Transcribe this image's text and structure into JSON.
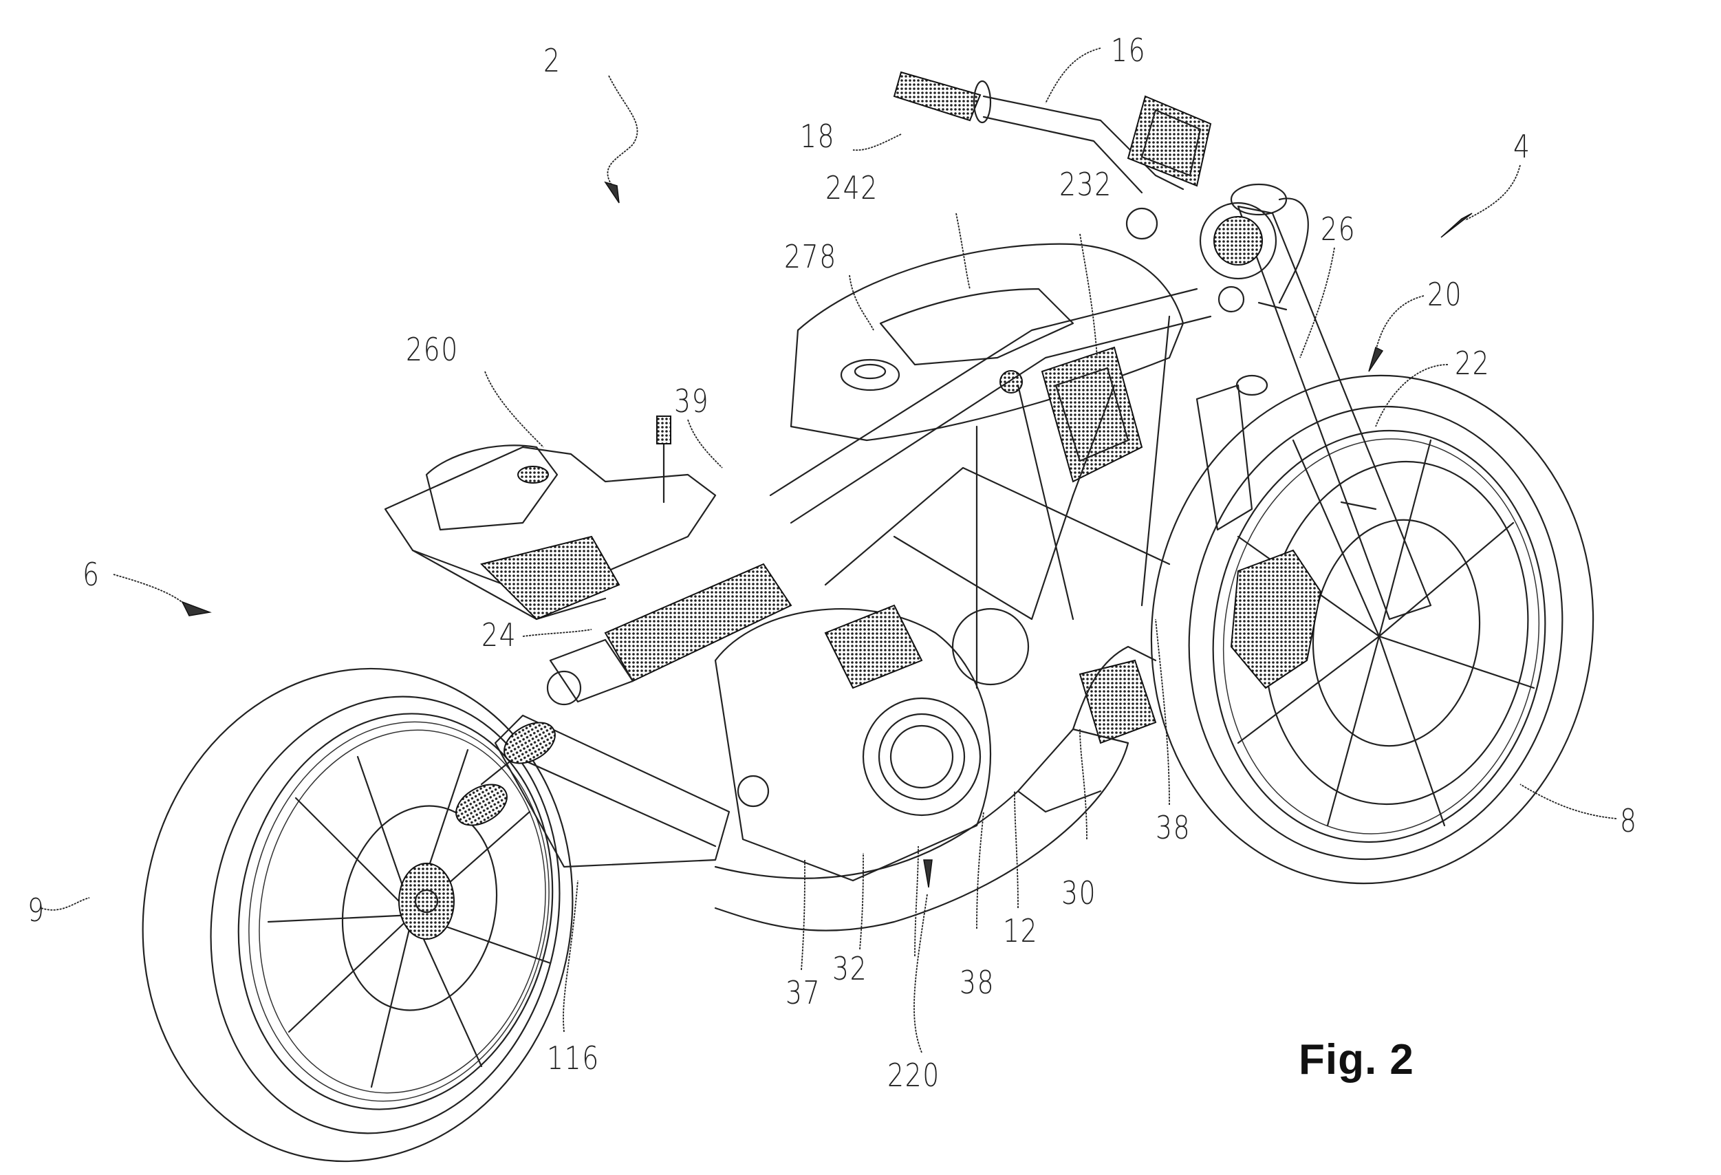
{
  "figure": {
    "caption": "Fig. 2",
    "subject": "motorcycle perspective view",
    "reference_numerals": [
      {
        "id": "2",
        "label": "2",
        "part": "motorcycle"
      },
      {
        "id": "4",
        "label": "4",
        "part": "front section"
      },
      {
        "id": "6",
        "label": "6",
        "part": "rear section"
      },
      {
        "id": "8",
        "label": "8",
        "part": "front wheel"
      },
      {
        "id": "9",
        "label": "9",
        "part": "rear wheel"
      },
      {
        "id": "12",
        "label": "12",
        "part": "engine"
      },
      {
        "id": "16",
        "label": "16",
        "part": "handlebar assembly"
      },
      {
        "id": "18",
        "label": "18",
        "part": "hand grip"
      },
      {
        "id": "20",
        "label": "20",
        "part": "steering assembly"
      },
      {
        "id": "22",
        "label": "22",
        "part": "front fork"
      },
      {
        "id": "24",
        "label": "24",
        "part": "rear suspension"
      },
      {
        "id": "26",
        "label": "26",
        "part": "steering head"
      },
      {
        "id": "30",
        "label": "30",
        "part": "frame member"
      },
      {
        "id": "32",
        "label": "32",
        "part": "frame member"
      },
      {
        "id": "37",
        "label": "37",
        "part": "frame member"
      },
      {
        "id": "38a",
        "label": "38",
        "part": "frame tube"
      },
      {
        "id": "38b",
        "label": "38",
        "part": "frame tube"
      },
      {
        "id": "39",
        "label": "39",
        "part": "seat support"
      },
      {
        "id": "116",
        "label": "116",
        "part": "swing arm"
      },
      {
        "id": "220",
        "label": "220",
        "part": "exhaust system"
      },
      {
        "id": "232",
        "label": "232",
        "part": "electronic module"
      },
      {
        "id": "242",
        "label": "242",
        "part": "fuel tank"
      },
      {
        "id": "260",
        "label": "260",
        "part": "rear tank"
      },
      {
        "id": "278",
        "label": "278",
        "part": "filler cap"
      }
    ]
  }
}
